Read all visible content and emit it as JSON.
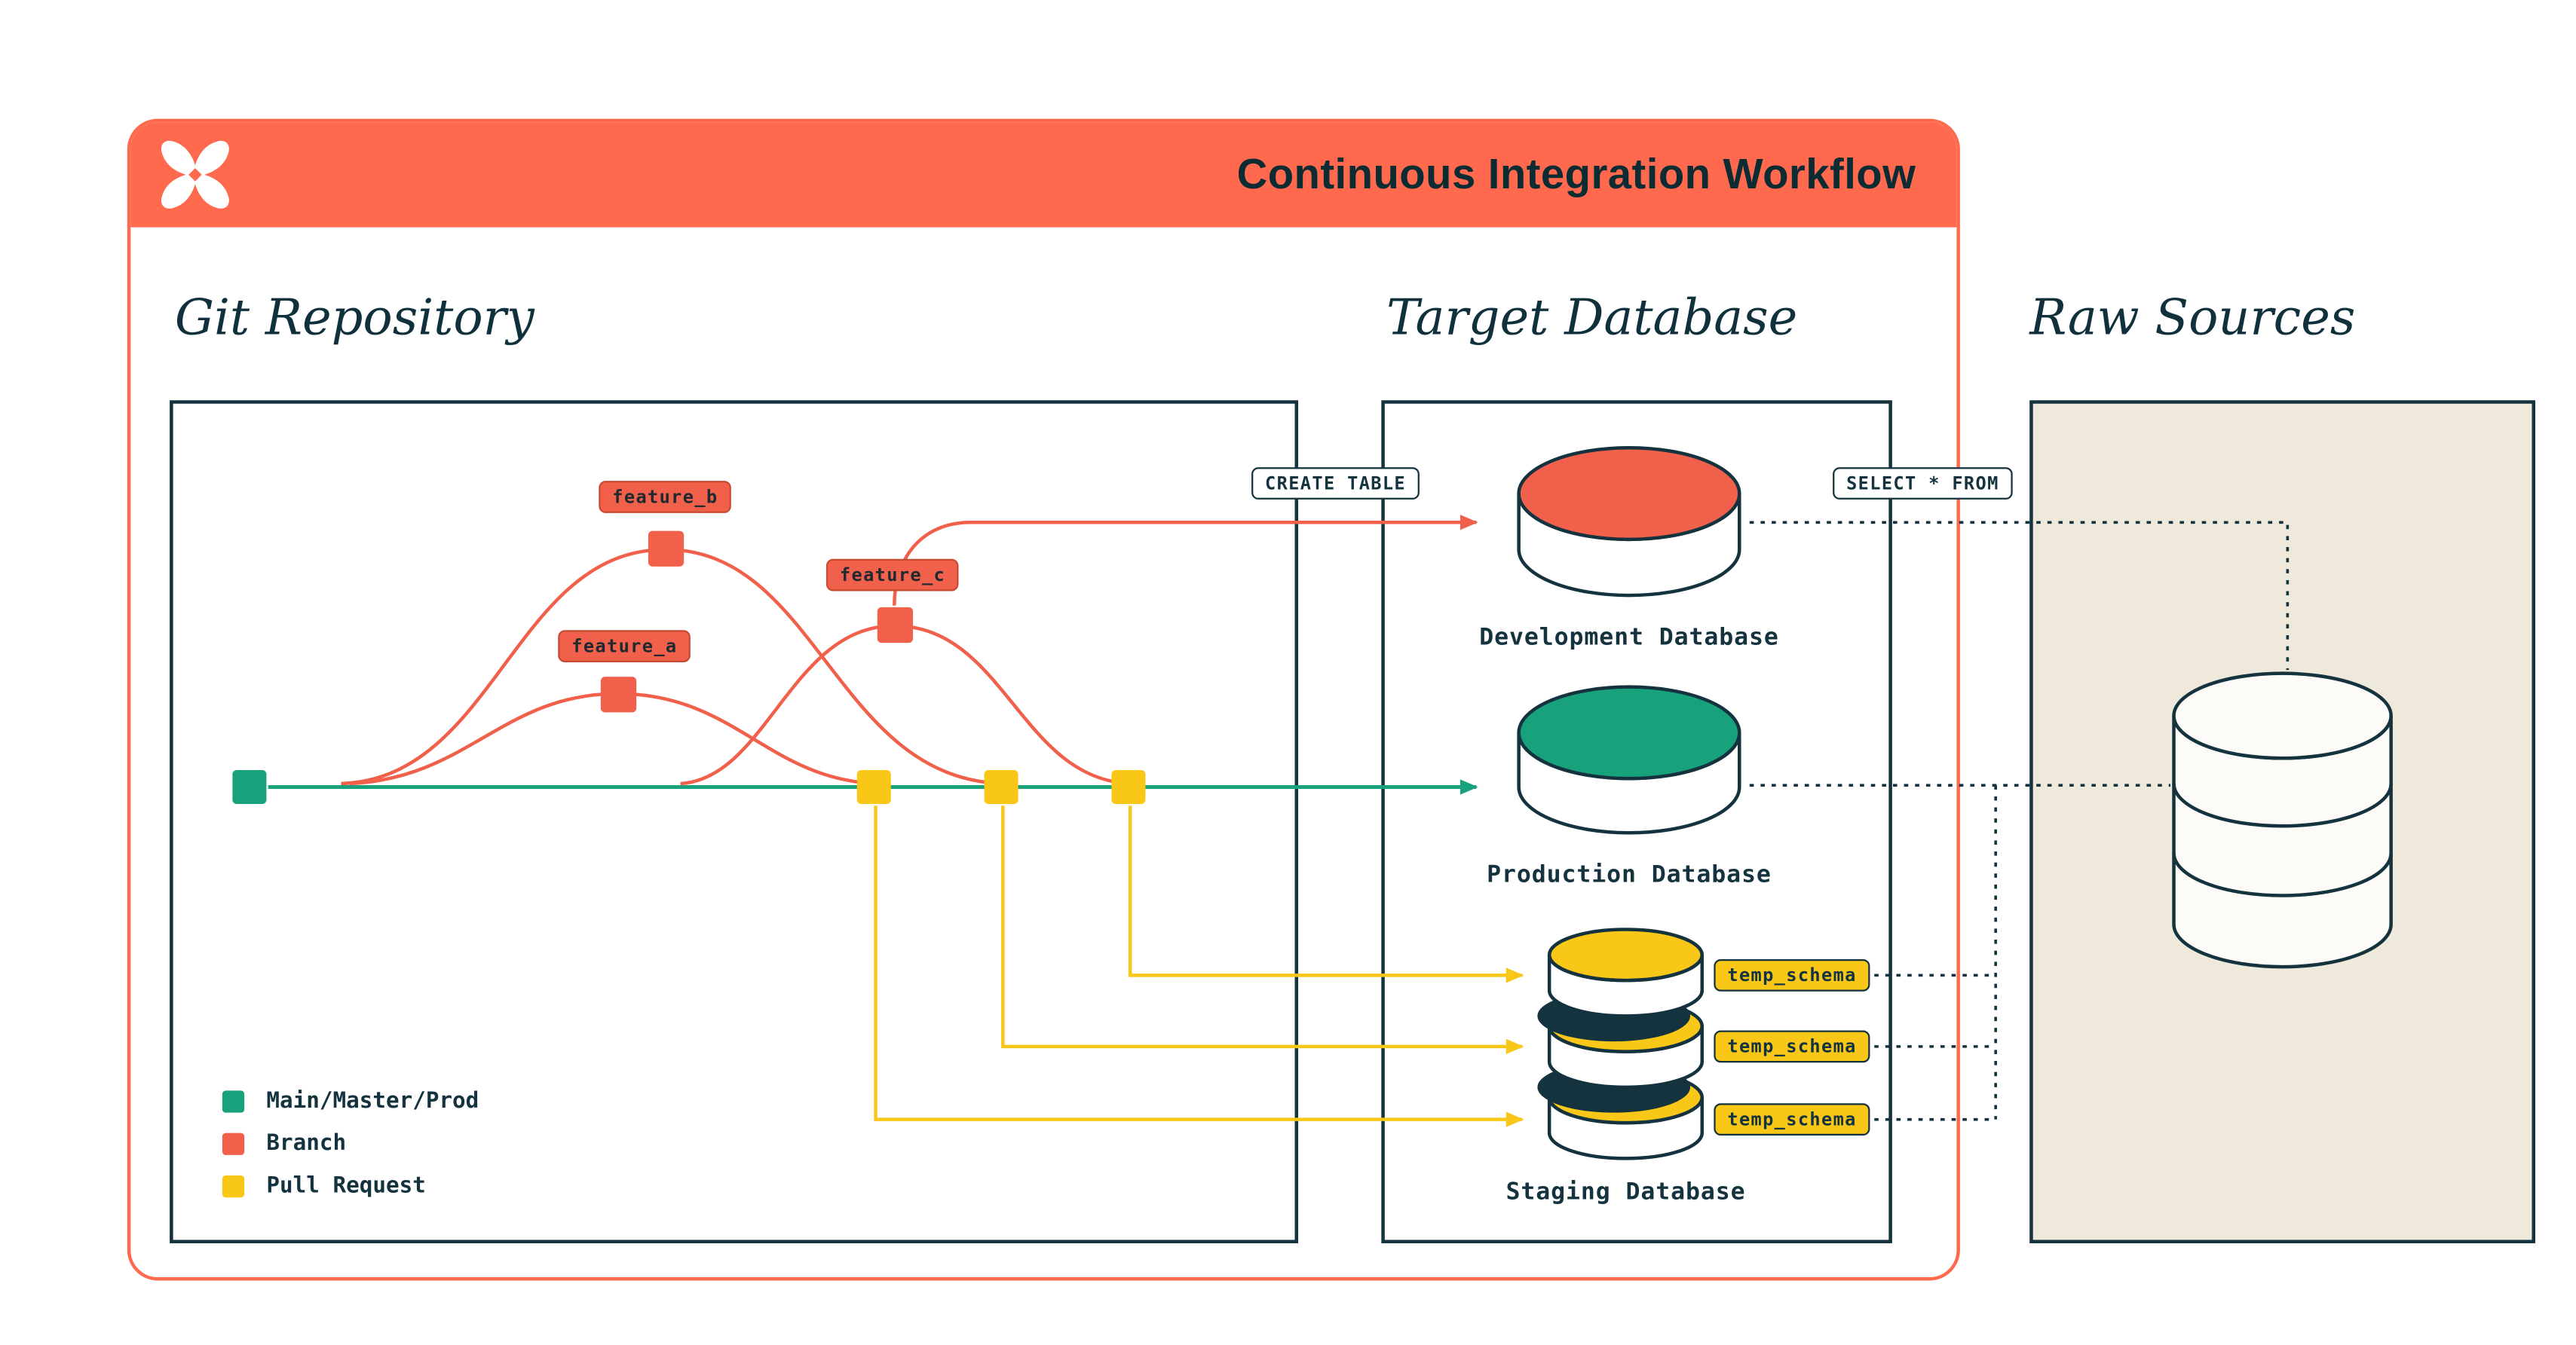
{
  "header": {
    "title": "Continuous Integration Workflow",
    "logo": "dbt-logo"
  },
  "sections": {
    "git_repository": "Git Repository",
    "target_database": "Target Database",
    "raw_sources": "Raw Sources"
  },
  "git": {
    "branches": [
      {
        "label": "feature_a"
      },
      {
        "label": "feature_b"
      },
      {
        "label": "feature_c"
      }
    ],
    "legend": [
      {
        "label": "Main/Master/Prod",
        "color": "#17A27C"
      },
      {
        "label": "Branch",
        "color": "#F1604B"
      },
      {
        "label": "Pull Request",
        "color": "#F8C718"
      }
    ]
  },
  "pipeline": {
    "create_table_label": "CREATE TABLE",
    "select_from_label": "SELECT * FROM"
  },
  "databases": {
    "development": "Development Database",
    "production": "Production Database",
    "staging": "Staging Database",
    "schema_tags": [
      {
        "label": "temp_schema"
      },
      {
        "label": "temp_schema"
      },
      {
        "label": "temp_schema"
      }
    ]
  },
  "colors": {
    "header_orange": "#FF6A4E",
    "accent_orange": "#F1604B",
    "green": "#17A27C",
    "yellow": "#F8C718",
    "navy": "#14333E",
    "beige": "#EFE9DB"
  }
}
